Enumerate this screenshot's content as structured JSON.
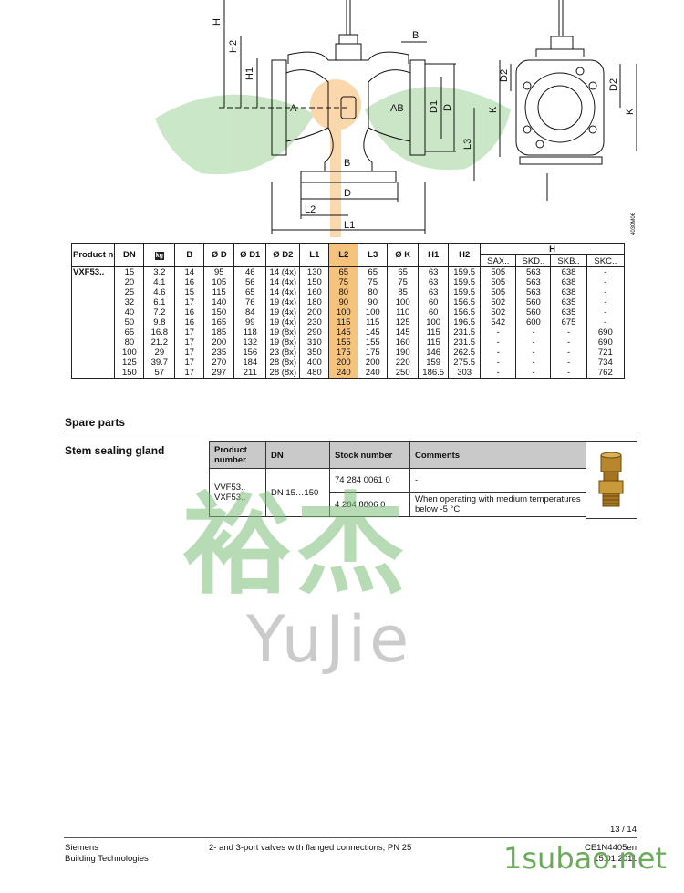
{
  "drawing": {
    "labels": {
      "H": "H",
      "H2": "H2",
      "H1": "H1",
      "B": "B",
      "A": "A",
      "AB": "AB",
      "D1": "D1",
      "D": "D",
      "L3": "L3",
      "L2": "L2",
      "L1": "L1",
      "Bbottom": "B",
      "Dbottom": "D",
      "D2": "D2",
      "K": "K",
      "D2b": "D2",
      "Kb": "K"
    },
    "code": "4030M06"
  },
  "dims_table": {
    "headers": [
      "Product number",
      "DN",
      "kg",
      "B",
      "Ø D",
      "Ø D1",
      "Ø D2",
      "L1",
      "L2",
      "L3",
      "Ø K",
      "H1",
      "H2",
      "H"
    ],
    "h_subheaders": [
      "SAX..",
      "SKD..",
      "SKB..",
      "SKC.."
    ],
    "product": "VXF53..",
    "rows": [
      [
        "15",
        "3.2",
        "14",
        "95",
        "46",
        "14 (4x)",
        "130",
        "65",
        "65",
        "65",
        "63",
        "159.5",
        "505",
        "563",
        "638",
        "-"
      ],
      [
        "20",
        "4.1",
        "16",
        "105",
        "56",
        "14 (4x)",
        "150",
        "75",
        "75",
        "75",
        "63",
        "159.5",
        "505",
        "563",
        "638",
        "-"
      ],
      [
        "25",
        "4.6",
        "15",
        "115",
        "65",
        "14 (4x)",
        "160",
        "80",
        "80",
        "85",
        "63",
        "159.5",
        "505",
        "563",
        "638",
        "-"
      ],
      [
        "32",
        "6.1",
        "17",
        "140",
        "76",
        "19 (4x)",
        "180",
        "90",
        "90",
        "100",
        "60",
        "156.5",
        "502",
        "560",
        "635",
        "-"
      ],
      [
        "40",
        "7.2",
        "16",
        "150",
        "84",
        "19 (4x)",
        "200",
        "100",
        "100",
        "110",
        "60",
        "156.5",
        "502",
        "560",
        "635",
        "-"
      ],
      [
        "50",
        "9.8",
        "16",
        "165",
        "99",
        "19 (4x)",
        "230",
        "115",
        "115",
        "125",
        "100",
        "196.5",
        "542",
        "600",
        "675",
        "-"
      ],
      [
        "65",
        "16.8",
        "17",
        "185",
        "118",
        "19 (8x)",
        "290",
        "145",
        "145",
        "145",
        "115",
        "231.5",
        "-",
        "-",
        "-",
        "690"
      ],
      [
        "80",
        "21.2",
        "17",
        "200",
        "132",
        "19 (8x)",
        "310",
        "155",
        "155",
        "160",
        "115",
        "231.5",
        "-",
        "-",
        "-",
        "690"
      ],
      [
        "100",
        "29",
        "17",
        "235",
        "156",
        "23 (8x)",
        "350",
        "175",
        "175",
        "190",
        "146",
        "262.5",
        "-",
        "-",
        "-",
        "721"
      ],
      [
        "125",
        "39.7",
        "17",
        "270",
        "184",
        "28 (8x)",
        "400",
        "200",
        "200",
        "220",
        "159",
        "275.5",
        "-",
        "-",
        "-",
        "734"
      ],
      [
        "150",
        "57",
        "17",
        "297",
        "211",
        "28 (8x)",
        "480",
        "240",
        "240",
        "250",
        "186.5",
        "303",
        "-",
        "-",
        "-",
        "762"
      ]
    ]
  },
  "spare_parts": {
    "title": "Spare parts",
    "subtitle": "Stem sealing gland",
    "headers": [
      "Product number",
      "DN",
      "Stock number",
      "Comments"
    ],
    "product_numbers": "VVF53..\nVXF53..",
    "dn": "DN 15…150",
    "rows": [
      {
        "stock": "74 284 0061 0",
        "comment": "-"
      },
      {
        "stock": "4 284 8806 0",
        "comment": "When operating with medium temperatures below -5 °C"
      }
    ]
  },
  "watermark": {
    "chinese": "裕杰",
    "latin": "YuJie",
    "site": "1subao.net"
  },
  "footer": {
    "page": "13 / 14",
    "company": "Siemens",
    "division": "Building Technologies",
    "description": "2- and 3-port valves with flanged connections, PN 25",
    "doc_id": "CE1N4405en",
    "date": "15.01.2011"
  }
}
